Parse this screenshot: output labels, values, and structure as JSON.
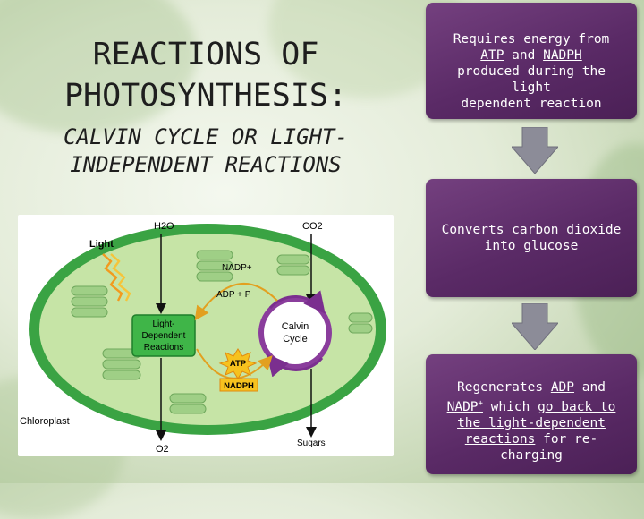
{
  "slide": {
    "title_line1": "REACTIONS OF",
    "title_line2": "PHOTOSYNTHESIS:",
    "subtitle_line1": "CALVIN CYCLE OR LIGHT-",
    "subtitle_line2": "INDEPENDENT REACTIONS"
  },
  "boxes": [
    {
      "line1_pre": "Requires energy from",
      "atp": "ATP",
      "and": " and ",
      "nadph": "NADPH",
      "line3": "produced during the light",
      "line4": "dependent reaction"
    },
    {
      "line1": "Converts carbon dioxide",
      "into": "into ",
      "glucose": "glucose"
    },
    {
      "pre": "Regenerates ",
      "adp": "ADP",
      "and": " and",
      "nadp": "NADP",
      "nadp_sup": "+",
      "which": " which ",
      "go_back": "go back to",
      "light_dep": "the light-dependent",
      "reactions": "reactions",
      "recharge": " for re-charging"
    }
  ],
  "diagram": {
    "h2o": "H2O",
    "co2": "CO2",
    "light": "Light",
    "nadp_plus": "NADP+",
    "adp_p": "ADP + P",
    "ldr_1": "Light-",
    "ldr_2": "Dependent",
    "ldr_3": "Reactions",
    "calvin_1": "Calvin",
    "calvin_2": "Cycle",
    "atp": "ATP",
    "nadph": "NADPH",
    "chloroplast": "Chloroplast",
    "o2": "O2",
    "sugars": "Sugars"
  },
  "colors": {
    "box_purple": "#5a2a66",
    "arrow_gray": "#8c8c98",
    "chloroplast_green": "#2f9a3a",
    "calvin_purple": "#8a3d9c",
    "energy_orange": "#f2a81e"
  }
}
